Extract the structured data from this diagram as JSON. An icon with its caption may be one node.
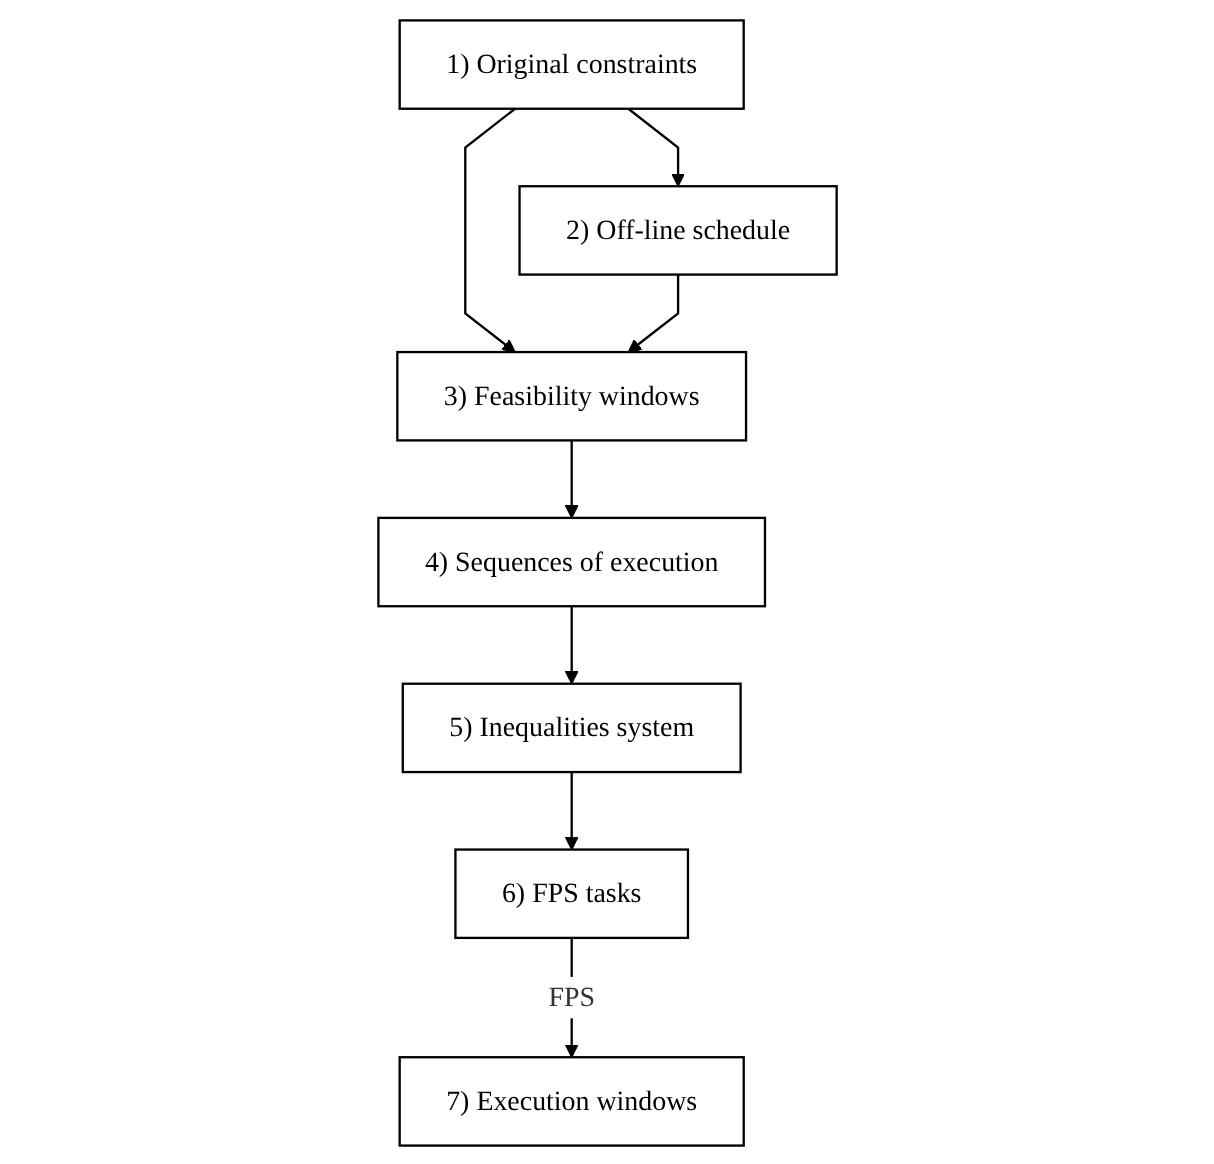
{
  "diagram": {
    "nodes": [
      {
        "text": [
          "1) Original constraints"
        ]
      },
      {
        "text": [
          "2) Off-line schedule"
        ]
      },
      {
        "text": [
          "3) Feasibility windows"
        ]
      },
      {
        "text": [
          "4) Sequences of execution"
        ]
      },
      {
        "text": [
          "5) Inequalities system"
        ]
      },
      {
        "text": [
          "6) FPS tasks"
        ]
      },
      {
        "text": [
          "7) Execution windows"
        ]
      }
    ],
    "edges": [
      {
        "from": 0,
        "to": 1,
        "arrow": "to"
      },
      {
        "from": 0,
        "to": 2,
        "arrow": "to"
      },
      {
        "from": 1,
        "to": 2,
        "arrow": "to"
      },
      {
        "from": 2,
        "to": 3,
        "arrow": "to"
      },
      {
        "from": 3,
        "to": 4,
        "arrow": "to"
      },
      {
        "from": 4,
        "to": 5,
        "arrow": "to"
      },
      {
        "from": 5,
        "to": 6,
        "label": "FPS",
        "arrow": "to"
      }
    ]
  }
}
